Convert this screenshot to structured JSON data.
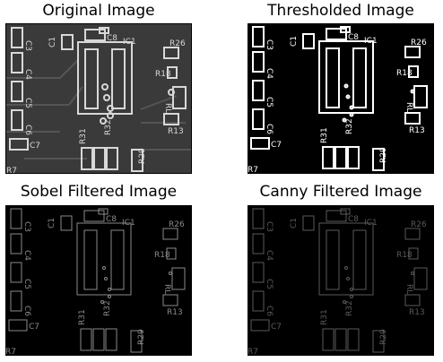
{
  "panels": [
    {
      "title": "Original Image"
    },
    {
      "title": "Thresholded Image"
    },
    {
      "title": "Sobel Filtered Image"
    },
    {
      "title": "Canny Filtered Image"
    }
  ],
  "board_labels": {
    "c3": "C3",
    "c4": "C4",
    "c5": "C5",
    "c6": "C6",
    "c7": "C7",
    "c1": "C1",
    "c8": "C8",
    "ic1": "IC1",
    "r26": "R26",
    "r18": "R18",
    "r13": "R13",
    "r7": "R7",
    "r31": "R31",
    "r32": "R32",
    "r29": "R29",
    "rl": "RL"
  },
  "colors": {
    "original_bg": "#3a3a3a",
    "original_lines": "#d8d8d8",
    "threshold_lines": "#ffffff",
    "sobel_lines": "#8a8a8a",
    "canny_lines": "#5a5a5a"
  }
}
